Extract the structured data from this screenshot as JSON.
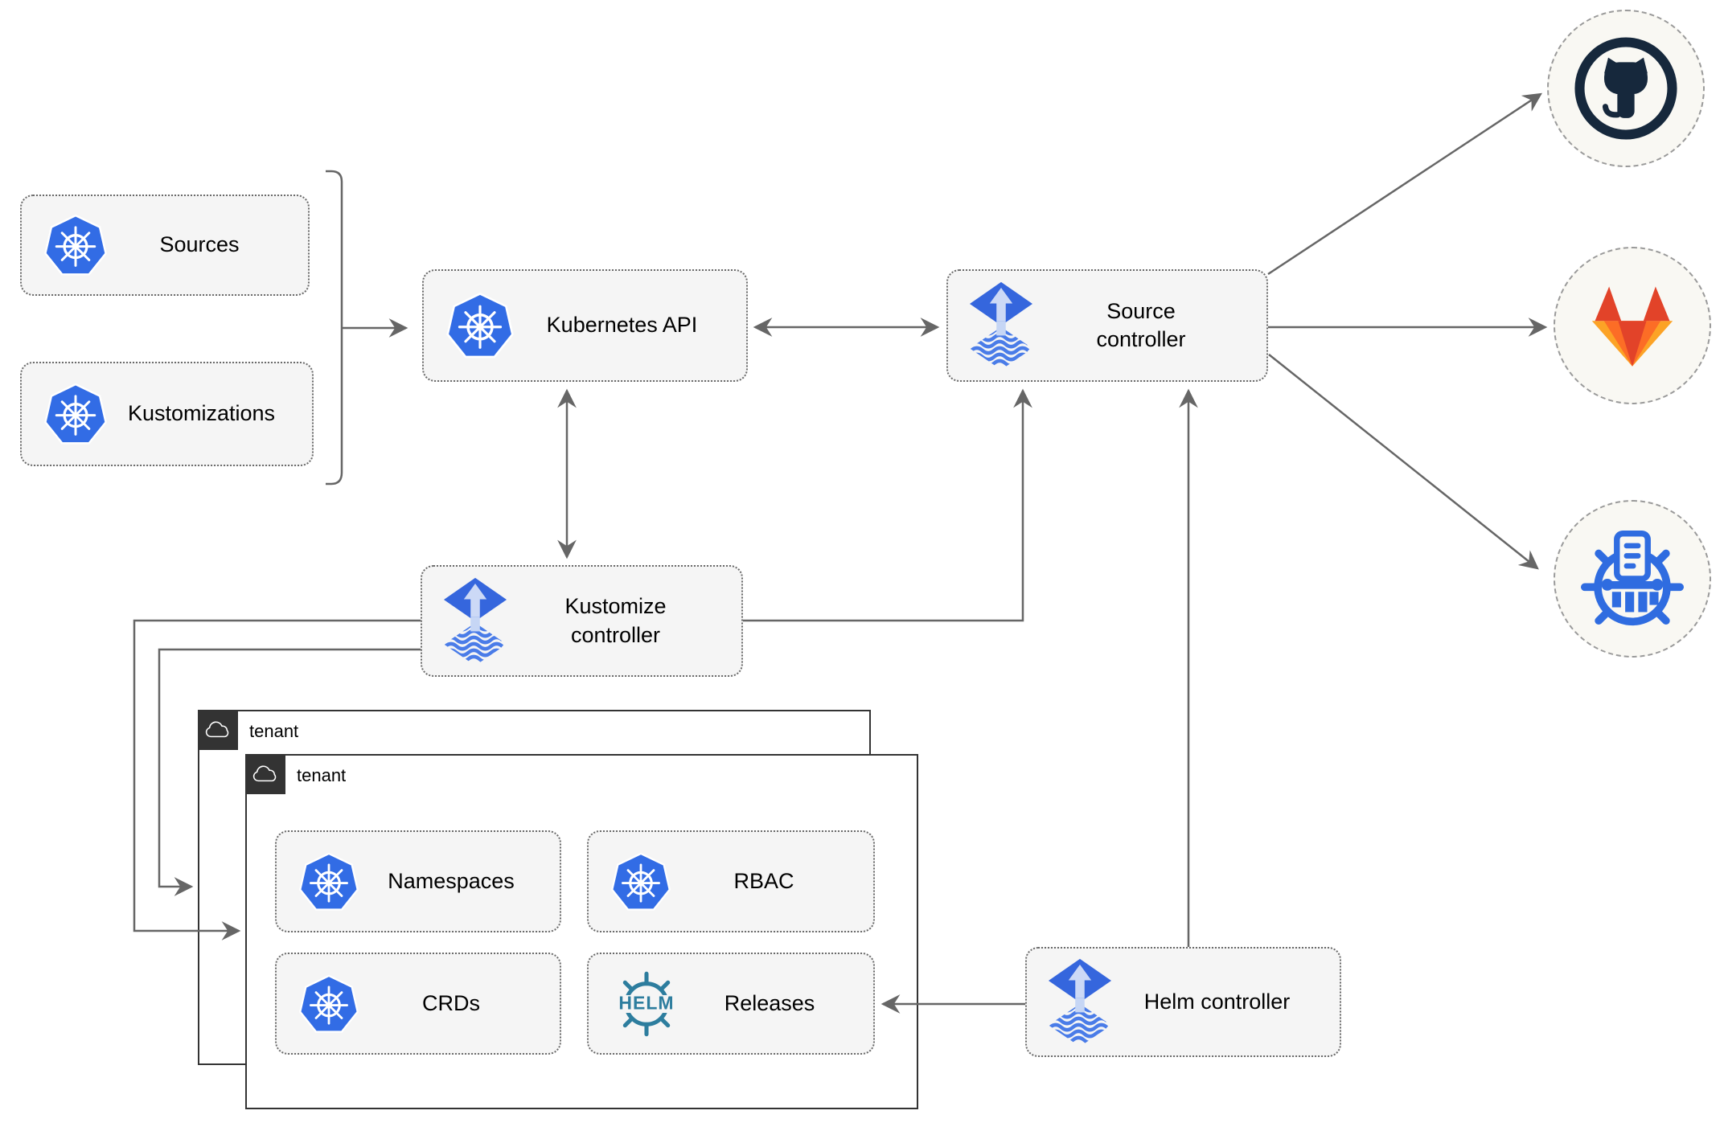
{
  "nodes": {
    "sources": {
      "label": "Sources"
    },
    "kustomizations": {
      "label": "Kustomizations"
    },
    "kubernetes_api": {
      "label": "Kubernetes API"
    },
    "source_controller": {
      "label": "Source controller"
    },
    "kustomize_controller": {
      "label": "Kustomize controller"
    },
    "helm_controller": {
      "label": "Helm controller"
    },
    "namespaces": {
      "label": "Namespaces"
    },
    "rbac": {
      "label": "RBAC"
    },
    "crds": {
      "label": "CRDs"
    },
    "releases": {
      "label": "Releases"
    }
  },
  "tenants": {
    "outer": {
      "label": "tenant"
    },
    "inner": {
      "label": "tenant"
    }
  },
  "logos": {
    "helm_text": "HELM",
    "kubernetes": "kubernetes-logo",
    "flux": "flux-logo",
    "helm": "helm-logo",
    "github": "github-logo",
    "gitlab": "gitlab-logo",
    "harbor": "harbor-registry-logo",
    "cloud": "cloud-icon"
  },
  "edges": [
    {
      "from": "sources_and_kustomizations",
      "to": "kubernetes_api",
      "style": "arrow"
    },
    {
      "from": "kubernetes_api",
      "to": "source_controller",
      "style": "double-arrow"
    },
    {
      "from": "kubernetes_api",
      "to": "kustomize_controller",
      "style": "double-arrow"
    },
    {
      "from": "kustomize_controller",
      "to": "source_controller",
      "style": "arrow"
    },
    {
      "from": "helm_controller",
      "to": "source_controller",
      "style": "arrow"
    },
    {
      "from": "helm_controller",
      "to": "releases",
      "style": "arrow"
    },
    {
      "from": "kustomize_controller",
      "to": "tenant_inner",
      "style": "arrow"
    },
    {
      "from": "kustomize_controller",
      "to": "tenant_outer",
      "style": "arrow"
    },
    {
      "from": "source_controller",
      "to": "github",
      "style": "arrow"
    },
    {
      "from": "source_controller",
      "to": "gitlab",
      "style": "arrow"
    },
    {
      "from": "source_controller",
      "to": "harbor",
      "style": "arrow"
    }
  ],
  "colors": {
    "kubernetes_blue": "#326ce5",
    "flux_blue": "#3566dd",
    "flux_light": "#ccd9f6",
    "flux_wave_blue": "#4a7ce8",
    "helm_teal": "#2d7d9e",
    "github_dark": "#16283c",
    "gitlab_red": "#e24329",
    "gitlab_mid_orange": "#fc6d26",
    "gitlab_light_orange": "#fca326",
    "harbor_blue": "#2f6ce0",
    "arrow_gray": "#666666",
    "node_fill": "#f5f5f5",
    "tenant_dark": "#333333"
  }
}
